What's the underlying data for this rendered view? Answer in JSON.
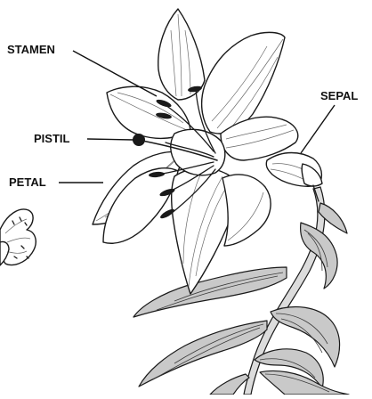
{
  "labels": {
    "stamen": "STAMEN",
    "pistil": "PISTIL",
    "petal": "PETAL",
    "sepal": "SEPAL"
  },
  "icons": [
    "lily-flower-illustration",
    "butterfly-icon"
  ]
}
